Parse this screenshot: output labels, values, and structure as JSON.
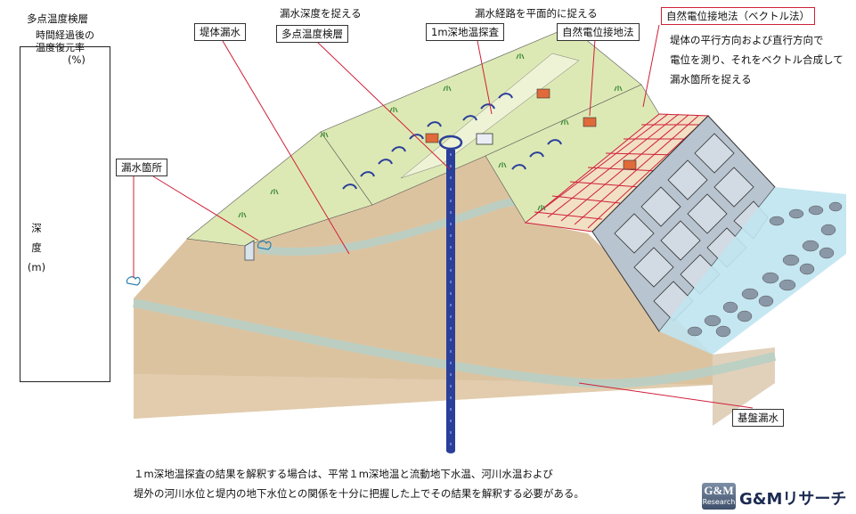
{
  "legend": {
    "title": "多点温度検層",
    "subtitle_lines": [
      "時間経過後の",
      "温度復元率"
    ],
    "unit": "(%)",
    "axis_chars": [
      "深",
      "度",
      "(m)"
    ]
  },
  "labels": {
    "top_depth": "漏水深度を捉える",
    "top_path": "漏水経路を平面的に捉える",
    "levee": "堤体漏水",
    "multipoint": "多点温度検層",
    "shallow": "1m深地温探査",
    "sp_method": "自然電位接地法",
    "sp_vector": "自然電位接地法（ベクトル法）",
    "leak_point": "漏水箇所",
    "foundation": "基盤漏水"
  },
  "note_lines": [
    "堤体の平行方向および直行方向で",
    "電位を測り、それをベクトル合成して",
    "漏水箇所を捉える"
  ],
  "footer_lines": [
    "１m深地温探査の結果を解釈する場合は、平常１m深地温と流動地下水温、河川水温および",
    "堤外の河川水位と堤内の地下水位との関係を十分に把握した上でその結果を解釈する必要がある。"
  ],
  "logo": {
    "badge": "G&M",
    "badge_sub": "Research",
    "text": "G&Mリサーチ"
  },
  "colors": {
    "grass": "#dde9b4",
    "soil": "#dcc3a0",
    "soil_dark": "#c9ab84",
    "water": "#bfe4ef",
    "seep": "#b8cfc4",
    "leader": "#d0203a",
    "probe": "#2a3f9a",
    "stone": "#8a97a6"
  }
}
